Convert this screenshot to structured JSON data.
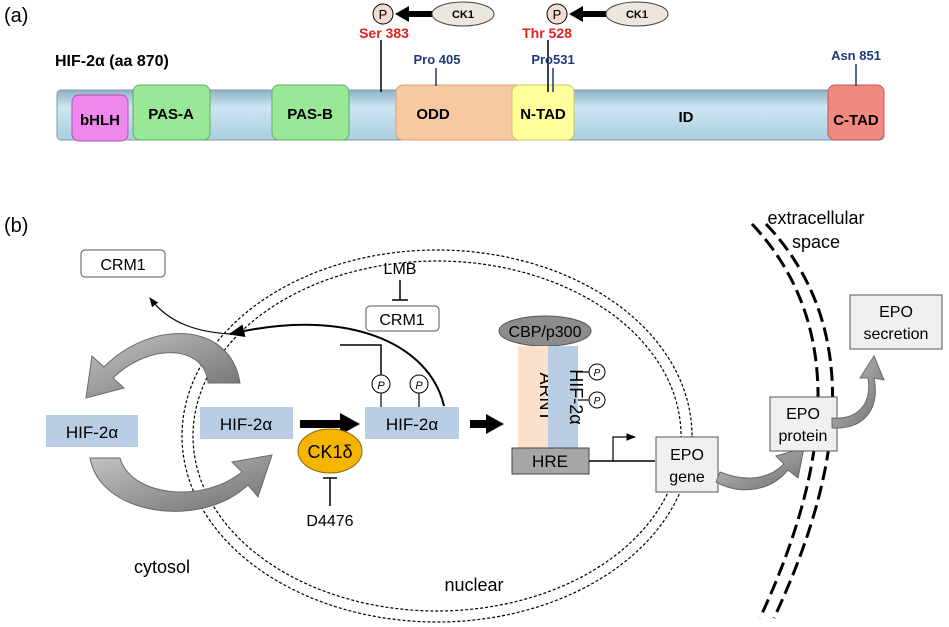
{
  "panel_a": {
    "label": "(a)",
    "protein_title": "HIF-2α (aa 870)",
    "domains": {
      "bhlh": "bHLH",
      "pas_a": "PAS-A",
      "pas_b": "PAS-B",
      "odd": "ODD",
      "ntad": "N-TAD",
      "id": "ID",
      "ctad": "C-TAD"
    },
    "sites": {
      "ser383": "Ser 383",
      "thr528": "Thr 528",
      "pro405": "Pro 405",
      "pro531": "Pro531",
      "asn851": "Asn 851"
    },
    "phospho_label": "P",
    "kinase_label": "CK1"
  },
  "panel_b": {
    "label": "(b)",
    "crm1": "CRM1",
    "lmb": "LMB",
    "hif2a": "HIF-2α",
    "ck1d": "CK1δ",
    "d4476": "D4476",
    "cbp": "CBP/p300",
    "arnt": "ARNT",
    "hre": "HRE",
    "p": "P",
    "epo_gene_line1": "EPO",
    "epo_gene_line2": "gene",
    "epo_protein_line1": "EPO",
    "epo_protein_line2": "protein",
    "epo_secretion_line1": "EPO",
    "epo_secretion_line2": "secretion",
    "extracellular_line1": "extracellular",
    "extracellular_line2": "space",
    "cytosol": "cytosol",
    "nuclear": "nuclear"
  },
  "colors": {
    "bar": "#bcdcec",
    "bhlh": "#ee88ee",
    "pas": "#98e898",
    "odd": "#f8c8a0",
    "ntad": "#ffff9c",
    "ctad": "#f08a80",
    "ser_thr_label": "#e02020",
    "pro_label": "#1f3a7a",
    "hif_box": "#b8cce4",
    "ck1d": "#f4b400",
    "arnt": "#fbe0cc",
    "grey_arrow": "#8a8a8a"
  }
}
